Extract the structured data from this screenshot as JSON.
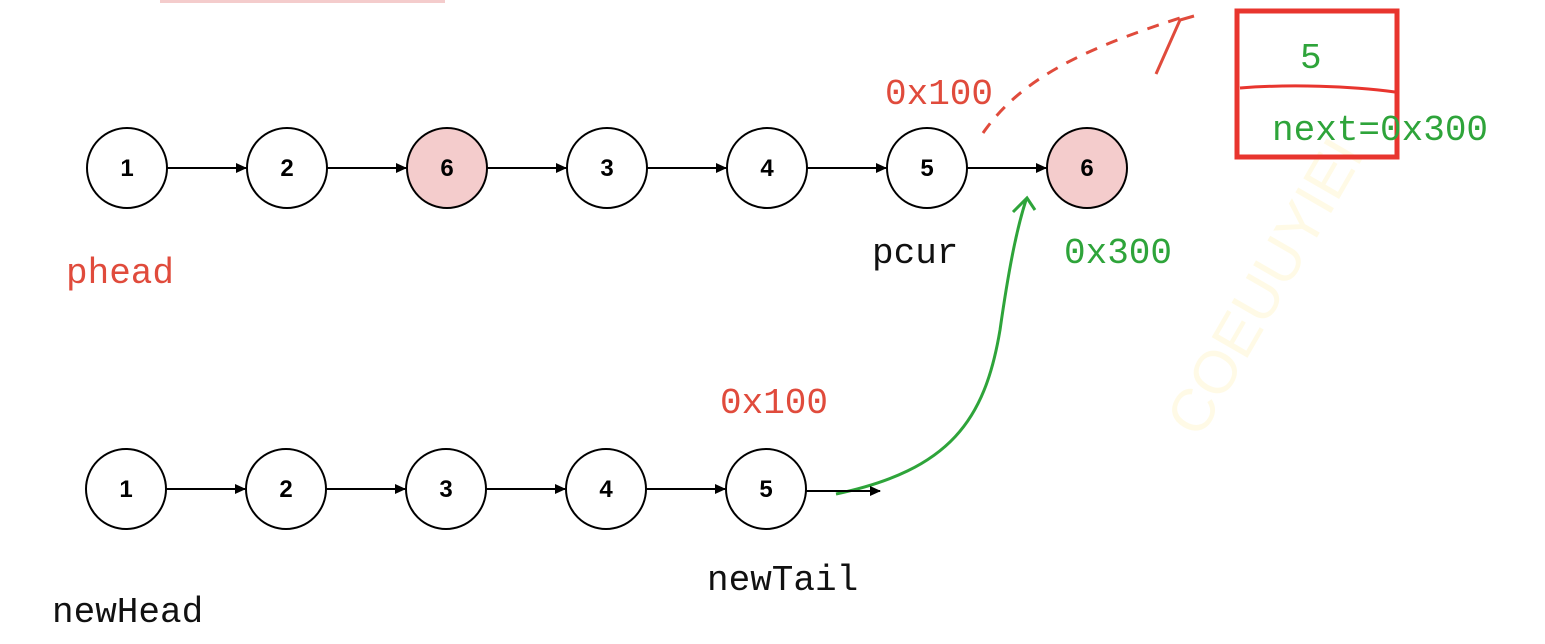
{
  "colors": {
    "red": "#e04b3c",
    "green": "#2ea43a",
    "box_red": "#e8352e",
    "dark": "#111111",
    "highlight_fill": "#f4cccc"
  },
  "top_list": {
    "nodes": [
      "1",
      "2",
      "6",
      "3",
      "4",
      "5",
      "6"
    ],
    "highlighted": [
      2,
      6
    ]
  },
  "bottom_list": {
    "nodes": [
      "1",
      "2",
      "3",
      "4",
      "5"
    ]
  },
  "labels": {
    "phead": "phead",
    "pcur": "pcur",
    "pcur_addr": "0x100",
    "node6_addr": "0x300",
    "newTail": "newTail",
    "newTail_addr": "0x100",
    "newHead": "newHead",
    "box_value": "5",
    "box_next": "next=0x300"
  },
  "watermark": "COEUUYIEI"
}
